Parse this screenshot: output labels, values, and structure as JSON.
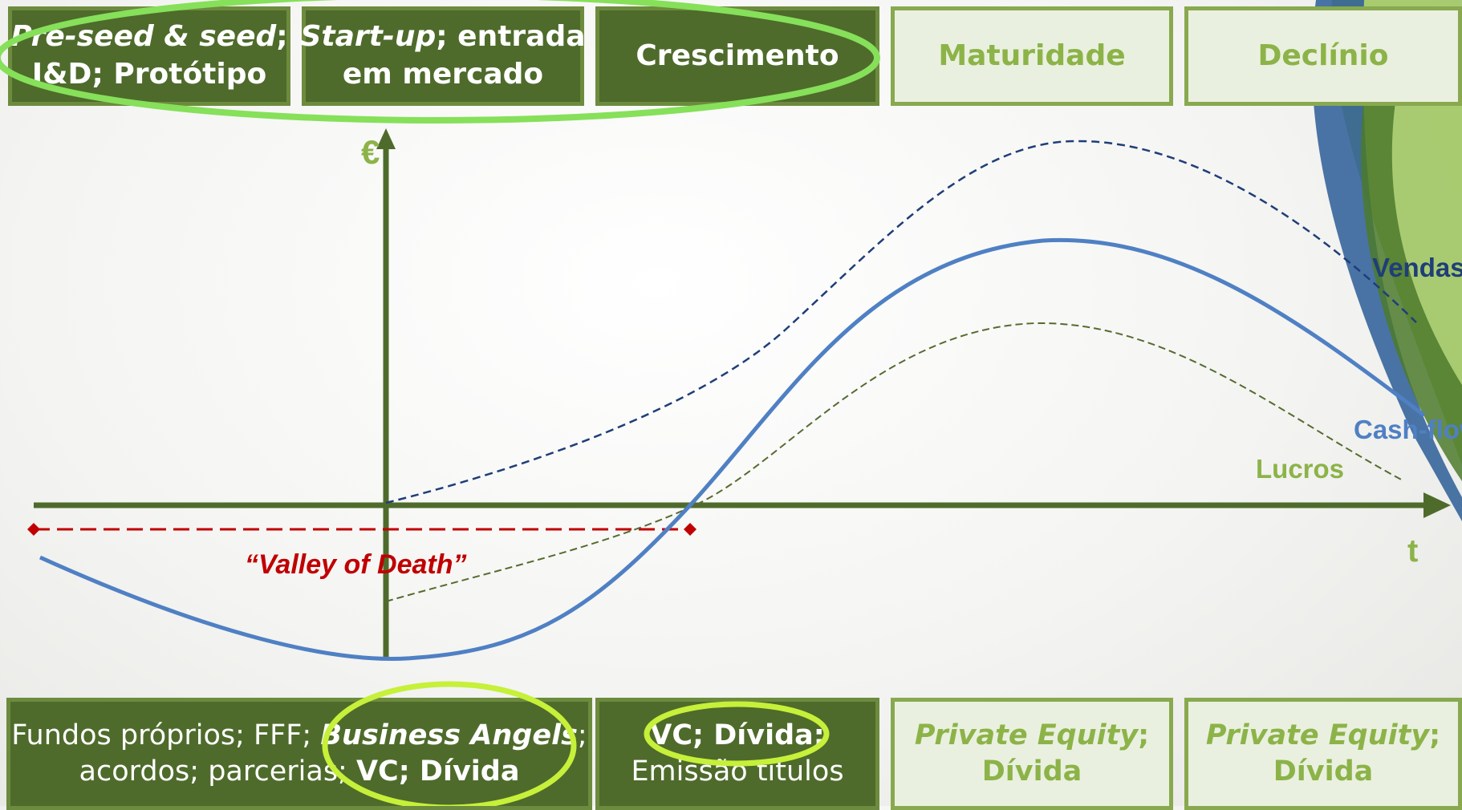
{
  "stages": {
    "s1": {
      "part_a": "Pre-seed & seed",
      "part_b": ";",
      "line2": "I&D; Protótipo"
    },
    "s2": {
      "part_a": "Start-up",
      "part_b": "; entrada",
      "line2": "em mercado"
    },
    "s3": {
      "label": "Crescimento"
    },
    "s4": {
      "label": "Maturidade"
    },
    "s5": {
      "label": "Declínio"
    }
  },
  "funding": {
    "f1": {
      "t1": "Fundos próprios; FFF; ",
      "t2": "Business Angels",
      "t3": ";",
      "t4": "acordos; parcerias; ",
      "t5": "VC; Dívida"
    },
    "f2": {
      "t1": "VC; Dívida;",
      "t2": "Emissão títulos"
    },
    "f3": {
      "t1": "Private Equity",
      "t2": ";",
      "t3": "Dívida"
    },
    "f4": {
      "t1": "Private Equity",
      "t2": ";",
      "t3": "Dívida"
    }
  },
  "chart": {
    "y_axis_symbol": "€",
    "x_axis_symbol": "t",
    "valley_label": "“Valley of Death”",
    "curves": {
      "vendas": "Vendas",
      "cashflow": "Cash-flow",
      "lucros": "Lucros"
    }
  },
  "colors": {
    "dark_green": "#4e6b2b",
    "light_green": "#8cb348",
    "highlight_green": "#86e05a",
    "highlight_yellow": "#c6f03a",
    "vendas": "#1f3e78",
    "cashflow": "#4f80c4",
    "lucros": "#556b2f",
    "valley": "#c00000"
  }
}
